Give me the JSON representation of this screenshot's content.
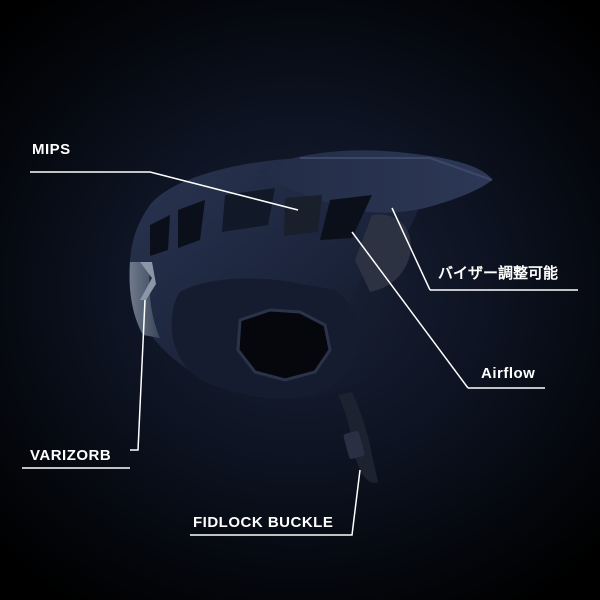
{
  "callouts": {
    "mips": "MIPS",
    "visor": "バイザー調整可能",
    "airflow": "Airflow",
    "varizorb": "VARIZORB",
    "fidlock": "FIDLOCK BUCKLE"
  },
  "colors": {
    "background": "#000000",
    "helmet_shell": "#1d2740",
    "helmet_shadow": "#0f1526",
    "leader_line": "#ffffff"
  }
}
